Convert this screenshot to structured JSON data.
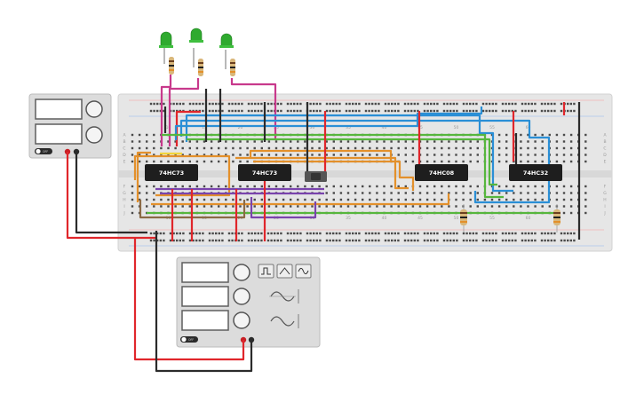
{
  "chips": [
    {
      "label": "74HC73"
    },
    {
      "label": "74HC73"
    },
    {
      "label": "74HC08"
    },
    {
      "label": "74HC32"
    }
  ],
  "breadboard": {
    "column_numbers": [
      "10",
      "15",
      "20",
      "25",
      "30",
      "35",
      "40",
      "45",
      "50",
      "55",
      "60"
    ],
    "row_letters_top": [
      "A",
      "B",
      "C",
      "D",
      "E"
    ],
    "row_letters_bottom": [
      "F",
      "G",
      "H",
      "I",
      "J"
    ]
  },
  "power_supply": {
    "switch_label": "OFF"
  },
  "function_generator": {
    "switch_label": "OFF"
  },
  "leds": [
    {
      "color": "#2faa2f"
    },
    {
      "color": "#2faa2f"
    },
    {
      "color": "#2faa2f"
    }
  ],
  "wire_colors": {
    "red": "#e0262b",
    "black": "#2b2b2b",
    "magenta": "#c8398c",
    "blue": "#2a8fd6",
    "green": "#56b63d",
    "orange": "#e3902b",
    "purple": "#7a44ad",
    "brown": "#8b6a45",
    "yellow": "#f2d43a"
  }
}
